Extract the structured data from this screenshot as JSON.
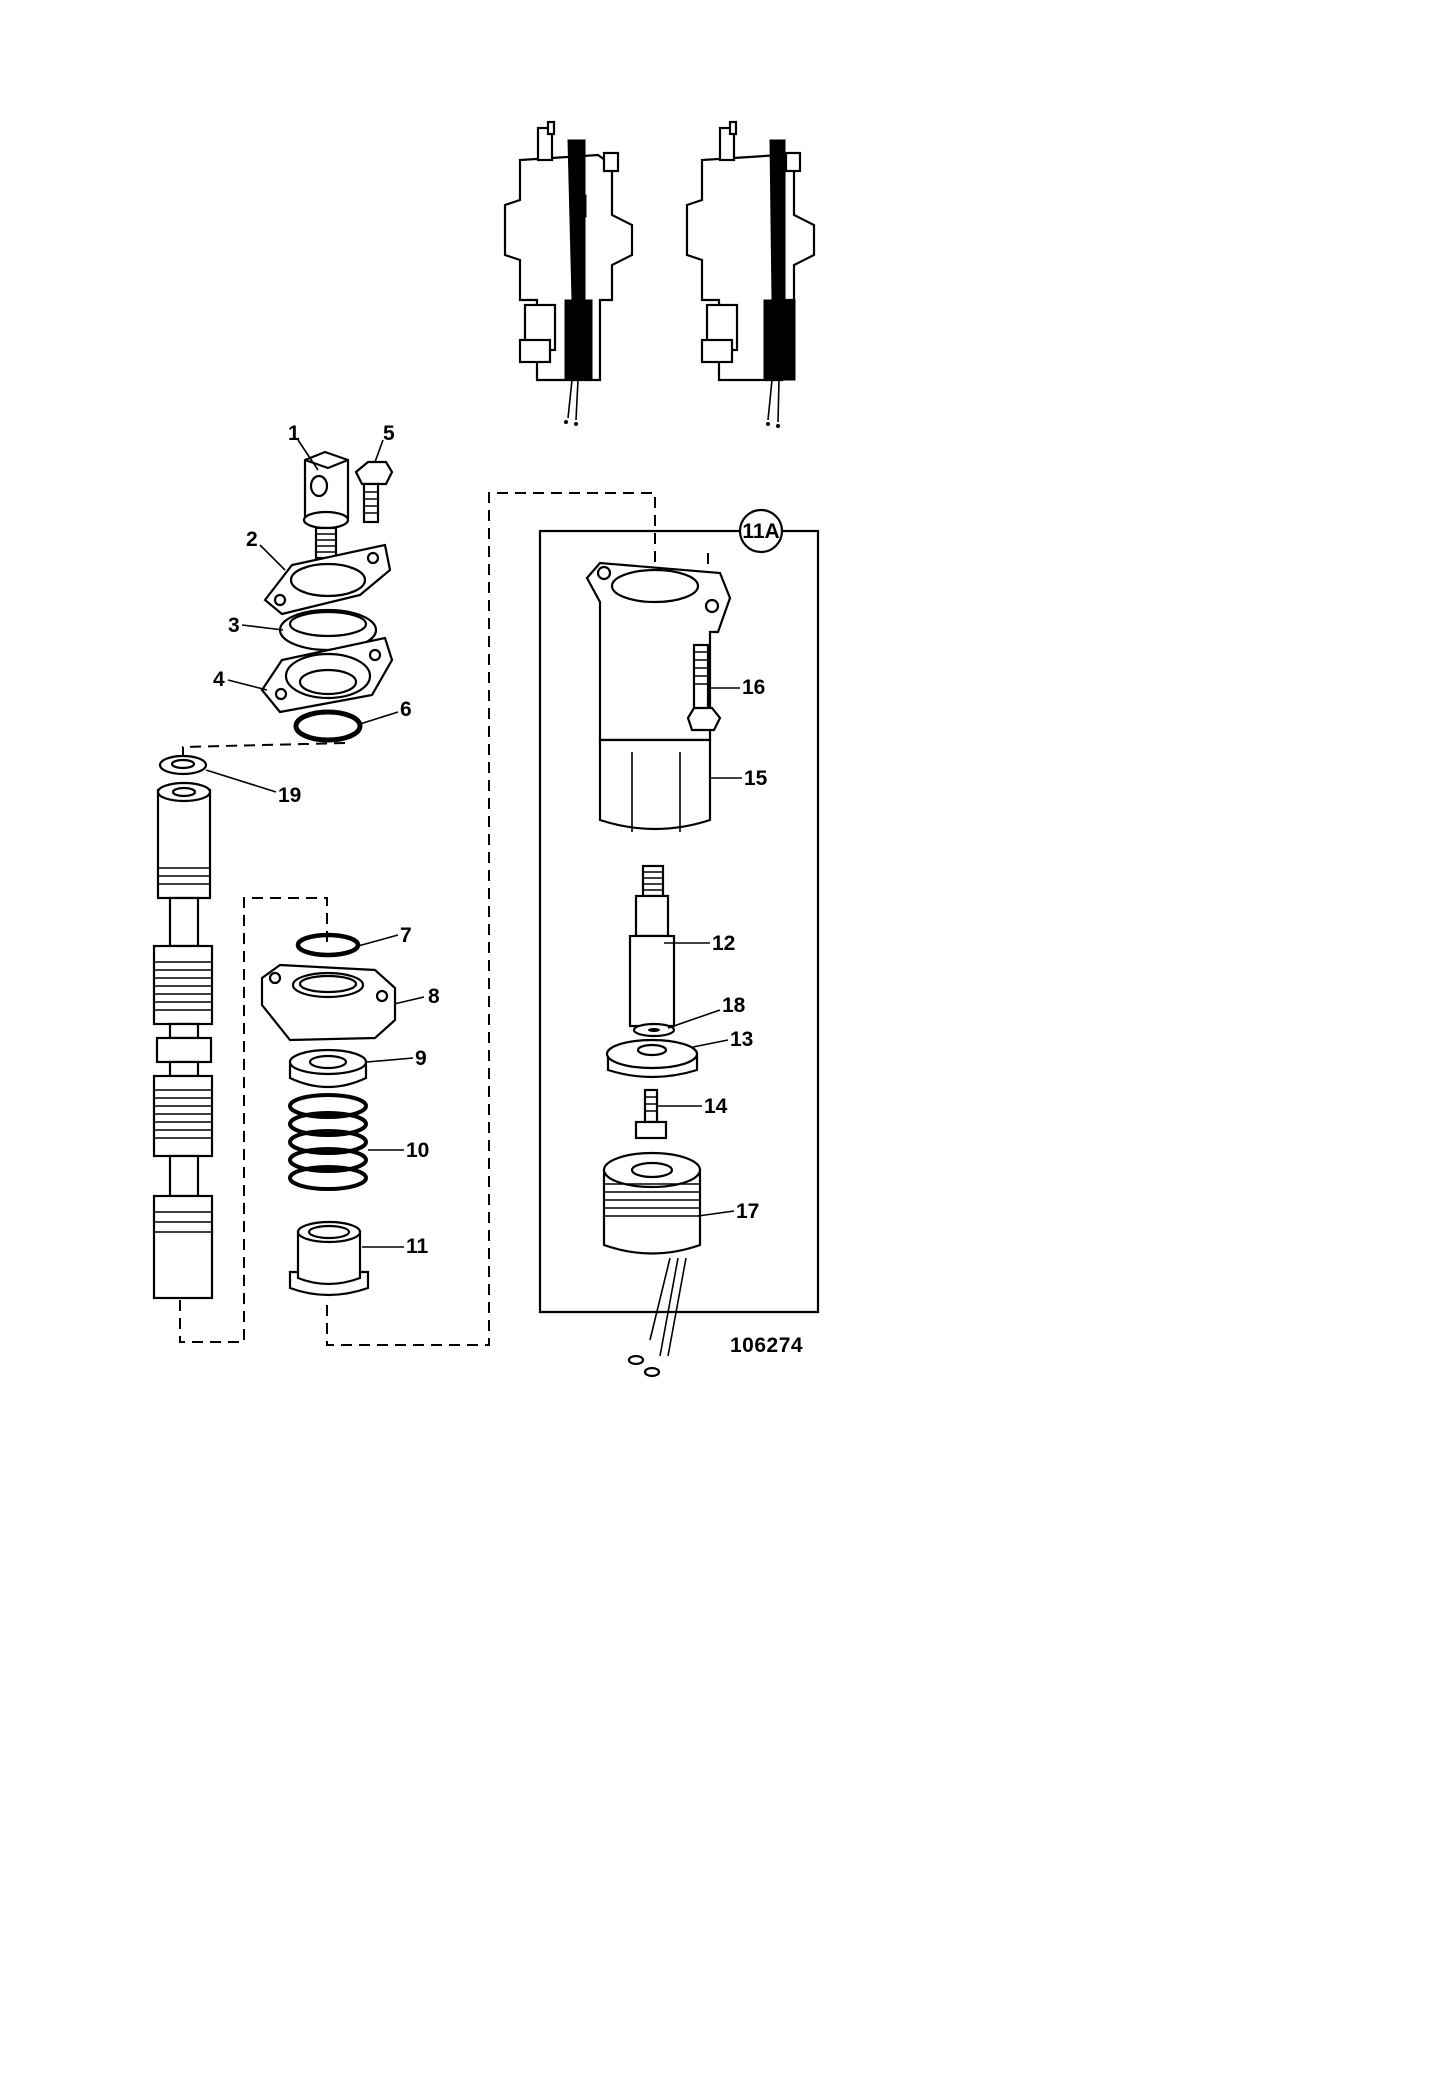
{
  "diagram": {
    "figure_number": "106274",
    "kit_label": "11A",
    "callouts": [
      "1",
      "2",
      "3",
      "4",
      "5",
      "6",
      "7",
      "8",
      "9",
      "10",
      "11",
      "12",
      "13",
      "14",
      "15",
      "16",
      "17",
      "18",
      "19"
    ]
  }
}
